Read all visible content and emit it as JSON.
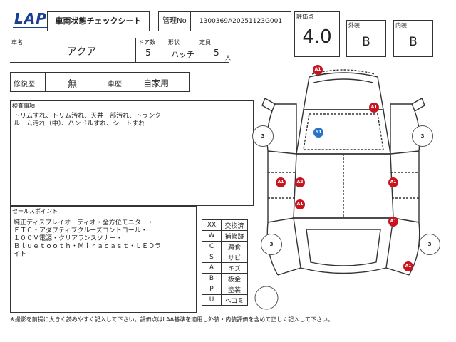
{
  "header": {
    "logo": "LAP",
    "sheet_title": "車両状態チェックシート",
    "mgmt_label": "管理No",
    "mgmt_no": "1300369A20251123G001"
  },
  "ratings": {
    "score_label": "評価点",
    "score": "4.0",
    "exterior_label": "外装",
    "exterior": "B",
    "interior_label": "内装",
    "interior": "B"
  },
  "vehicle": {
    "name_label": "車名",
    "name": "アクア",
    "doors_label": "ドア数",
    "doors": "5",
    "body_label": "形状",
    "body": "ハッチ",
    "capacity_label": "定員",
    "capacity": "5",
    "capacity_unit": "人",
    "repair_label": "修復歴",
    "repair": "無",
    "use_label": "車歴",
    "use": "自家用"
  },
  "inspection": {
    "label": "検査事項",
    "text": "トリムすれ、トリム汚れ、天井一部汚れ、トランク\nルーム汚れ（中）、ハンドルすれ、シートすれ"
  },
  "sales": {
    "label": "セールスポイント",
    "text": "純正ディスプレイオーディオ・全方位モニター・\nＥＴＣ・アダプティブクルーズコントロール・\n１００Ｖ電源・クリアランスソナー・\nＢｌｕｅｔｏｏｔｈ・Ｍｉｒａｃａｓｔ・ＬＥＤラ\nイト"
  },
  "legend": [
    {
      "code": "XX",
      "meaning": "交換済"
    },
    {
      "code": "W",
      "meaning": "補修跡"
    },
    {
      "code": "C",
      "meaning": "腐食"
    },
    {
      "code": "S",
      "meaning": "サビ"
    },
    {
      "code": "A",
      "meaning": "キズ"
    },
    {
      "code": "B",
      "meaning": "板金"
    },
    {
      "code": "P",
      "meaning": "塗装"
    },
    {
      "code": "U",
      "meaning": "ヘコミ"
    }
  ],
  "diagram": {
    "marks": [
      {
        "code": "A1",
        "color": "red"
      },
      {
        "code": "A1",
        "color": "red"
      },
      {
        "code": "S1",
        "color": "blue"
      },
      {
        "code": "A1",
        "color": "red"
      },
      {
        "code": "A2",
        "color": "red"
      },
      {
        "code": "A1",
        "color": "red"
      },
      {
        "code": "A1",
        "color": "red"
      },
      {
        "code": "A1",
        "color": "red"
      },
      {
        "code": "A1",
        "color": "red"
      }
    ],
    "tires": [
      "3",
      "3",
      "3",
      "3"
    ],
    "colors": {
      "red": "#c8141e",
      "blue": "#2a72c8"
    }
  },
  "footer": "※撮影を前提に大きく読みやすく記入して下さい。評価点はLAA基準を適用し外装・内装評価を含めて正しく記入して下さい。"
}
